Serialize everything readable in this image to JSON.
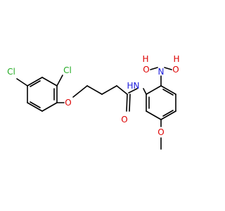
{
  "colors": {
    "bond": "#000000",
    "chlorine": "#22aa22",
    "oxygen": "#dd0000",
    "nitrogen": "#2020dd",
    "carbon_hydrogen": "#000000"
  },
  "atoms": {
    "cl_top": "Cl",
    "cl_left": "Cl",
    "ether_o": "O",
    "carbonyl_o": "O",
    "amide_n": "N",
    "amide_h": "H",
    "boron": "N",
    "hydroxyl_left_h": "H",
    "hydroxyl_left_o": "O",
    "hydroxyl_right_o": "O",
    "hydroxyl_right_h": "H",
    "methoxy_o": "O"
  }
}
